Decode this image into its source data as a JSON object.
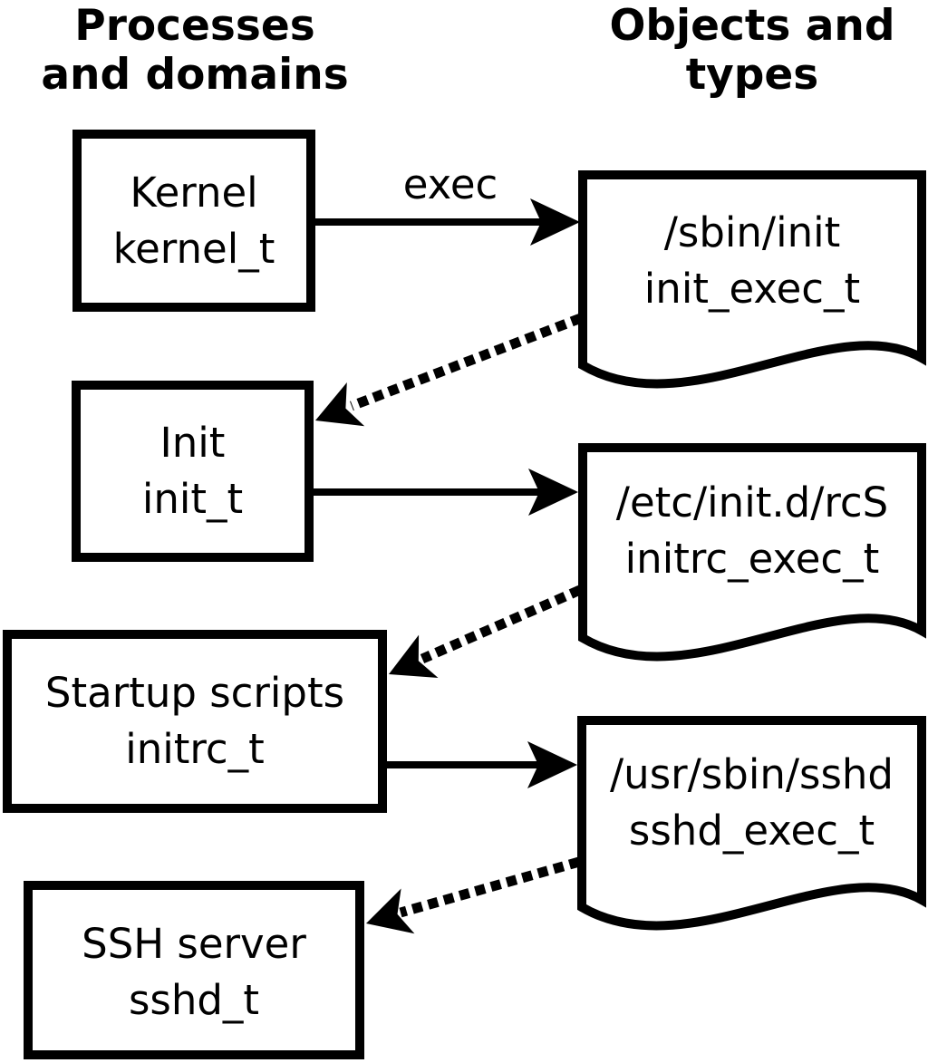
{
  "colors": {
    "foreground": "#000000",
    "background": "#ffffff"
  },
  "headers": {
    "left": {
      "line1": "Processes",
      "line2": "and domains"
    },
    "right": {
      "line1": "Objects and",
      "line2": "types"
    }
  },
  "processes": [
    {
      "name": "Kernel",
      "type": "kernel_t"
    },
    {
      "name": "Init",
      "type": "init_t"
    },
    {
      "name": "Startup scripts",
      "type": "initrc_t"
    },
    {
      "name": "SSH server",
      "type": "sshd_t"
    }
  ],
  "objects": [
    {
      "path": "/sbin/init",
      "type": "init_exec_t"
    },
    {
      "path": "/etc/init.d/rcS",
      "type": "initrc_exec_t"
    },
    {
      "path": "/usr/sbin/sshd",
      "type": "sshd_exec_t"
    }
  ],
  "edges": [
    {
      "from": "kernel_t",
      "to": "init_exec_t",
      "label": "exec",
      "style": "solid"
    },
    {
      "from": "init_exec_t",
      "to": "init_t",
      "label": "",
      "style": "dotted"
    },
    {
      "from": "init_t",
      "to": "initrc_exec_t",
      "label": "",
      "style": "solid"
    },
    {
      "from": "initrc_exec_t",
      "to": "initrc_t",
      "label": "",
      "style": "dotted"
    },
    {
      "from": "initrc_t",
      "to": "sshd_exec_t",
      "label": "",
      "style": "solid"
    },
    {
      "from": "sshd_exec_t",
      "to": "sshd_t",
      "label": "",
      "style": "dotted"
    }
  ]
}
